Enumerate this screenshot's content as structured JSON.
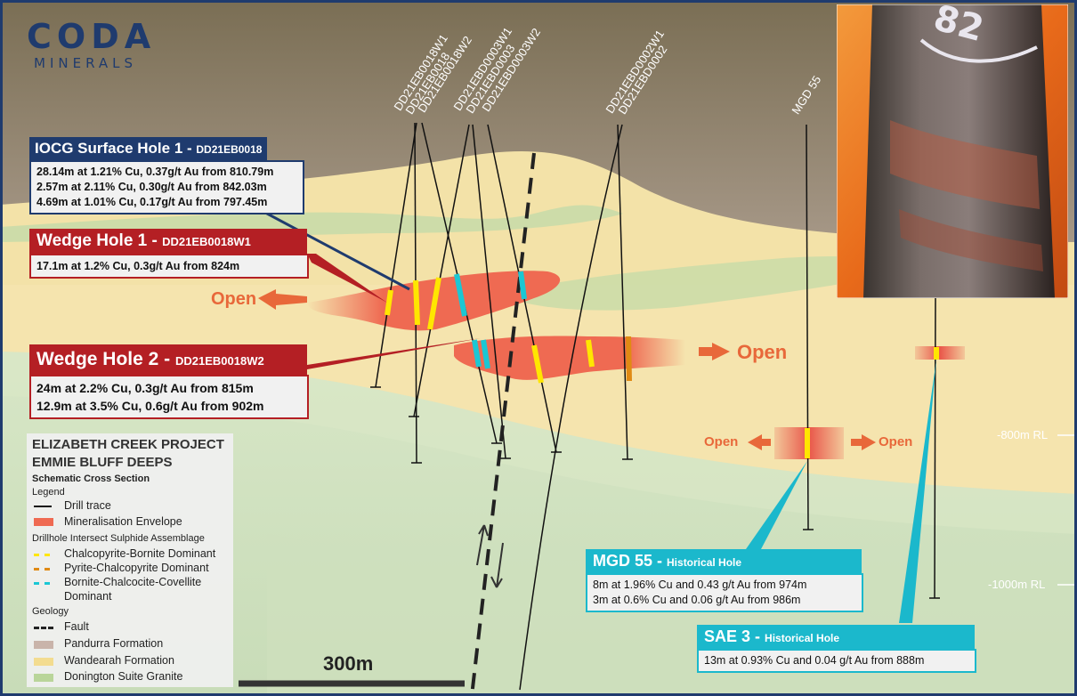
{
  "logo": {
    "word": "CODA",
    "sub": "MINERALS"
  },
  "drillholes": {
    "left": [
      "DD21EB0018W1",
      "DD21EB0018",
      "DD21EB0018W2",
      "DD21EBD0003W1",
      "DD21EBD0003",
      "DD21EBD0003W2"
    ],
    "right": [
      "DD21EBD0002W1",
      "DD21EBD0002"
    ],
    "mgd": "MGD 55"
  },
  "boxes": {
    "iocg": {
      "title": "IOCG Surface Hole 1 - ",
      "id": "DD21EB0018",
      "lines": [
        "28.14m at 1.21% Cu, 0.37g/t Au from 810.79m",
        "2.57m at 2.11% Cu, 0.30g/t Au from 842.03m",
        "4.69m at 1.01% Cu, 0.17g/t Au from 797.45m"
      ]
    },
    "wedge1": {
      "title": "Wedge Hole 1 - ",
      "id": "DD21EB0018W1",
      "lines": [
        "17.1m at 1.2% Cu, 0.3g/t Au from 824m"
      ]
    },
    "wedge2": {
      "title": "Wedge Hole 2 - ",
      "id": "DD21EB0018W2",
      "lines": [
        "24m at 2.2% Cu, 0.3g/t Au from 815m",
        "12.9m at 3.5% Cu, 0.6g/t Au from 902m"
      ]
    },
    "mgd55": {
      "title": "MGD 55 - ",
      "id": "Historical Hole",
      "lines": [
        "8m at 1.96% Cu and 0.43 g/t Au from 974m",
        "3m at 0.6% Cu and 0.06 g/t Au from 986m"
      ]
    },
    "sae3": {
      "title": "SAE 3 - ",
      "id": "Historical Hole",
      "lines": [
        "13m at 0.93% Cu and 0.04 g/t Au from 888m"
      ]
    }
  },
  "open_labels": [
    "Open",
    "Open",
    "Open",
    "Open"
  ],
  "rl_labels": [
    "-800m RL",
    "-1000m RL"
  ],
  "scale_label": "300m",
  "legend": {
    "title1": "ELIZABETH CREEK PROJECT",
    "title2": "EMMIE BLUFF DEEPS",
    "subtitle": "Schematic Cross Section",
    "legend_heading": "Legend",
    "drill_trace": "Drill trace",
    "envelope": "Mineralisation Envelope",
    "assemblage_heading": "Drillhole Intersect Sulphide Assemblage",
    "chalco_bornite": "Chalcopyrite-Bornite Dominant",
    "pyrite_chalco": "Pyrite-Chalcopyrite Dominant",
    "bornite_chalcocite": "Bornite-Chalcocite-Covellite",
    "dominant": "Dominant",
    "geology_heading": "Geology",
    "fault": "Fault",
    "pandurra": "Pandurra Formation",
    "wandearah": "Wandearah Formation",
    "donington": "Donington Suite Granite"
  },
  "colors": {
    "navy": "#1f3b6e",
    "red": "#b41f24",
    "cyan": "#1bb8cc",
    "envelope": "#ef6a52",
    "open": "#e8683a",
    "yellow": "#ffe600",
    "orange": "#e08a14"
  }
}
